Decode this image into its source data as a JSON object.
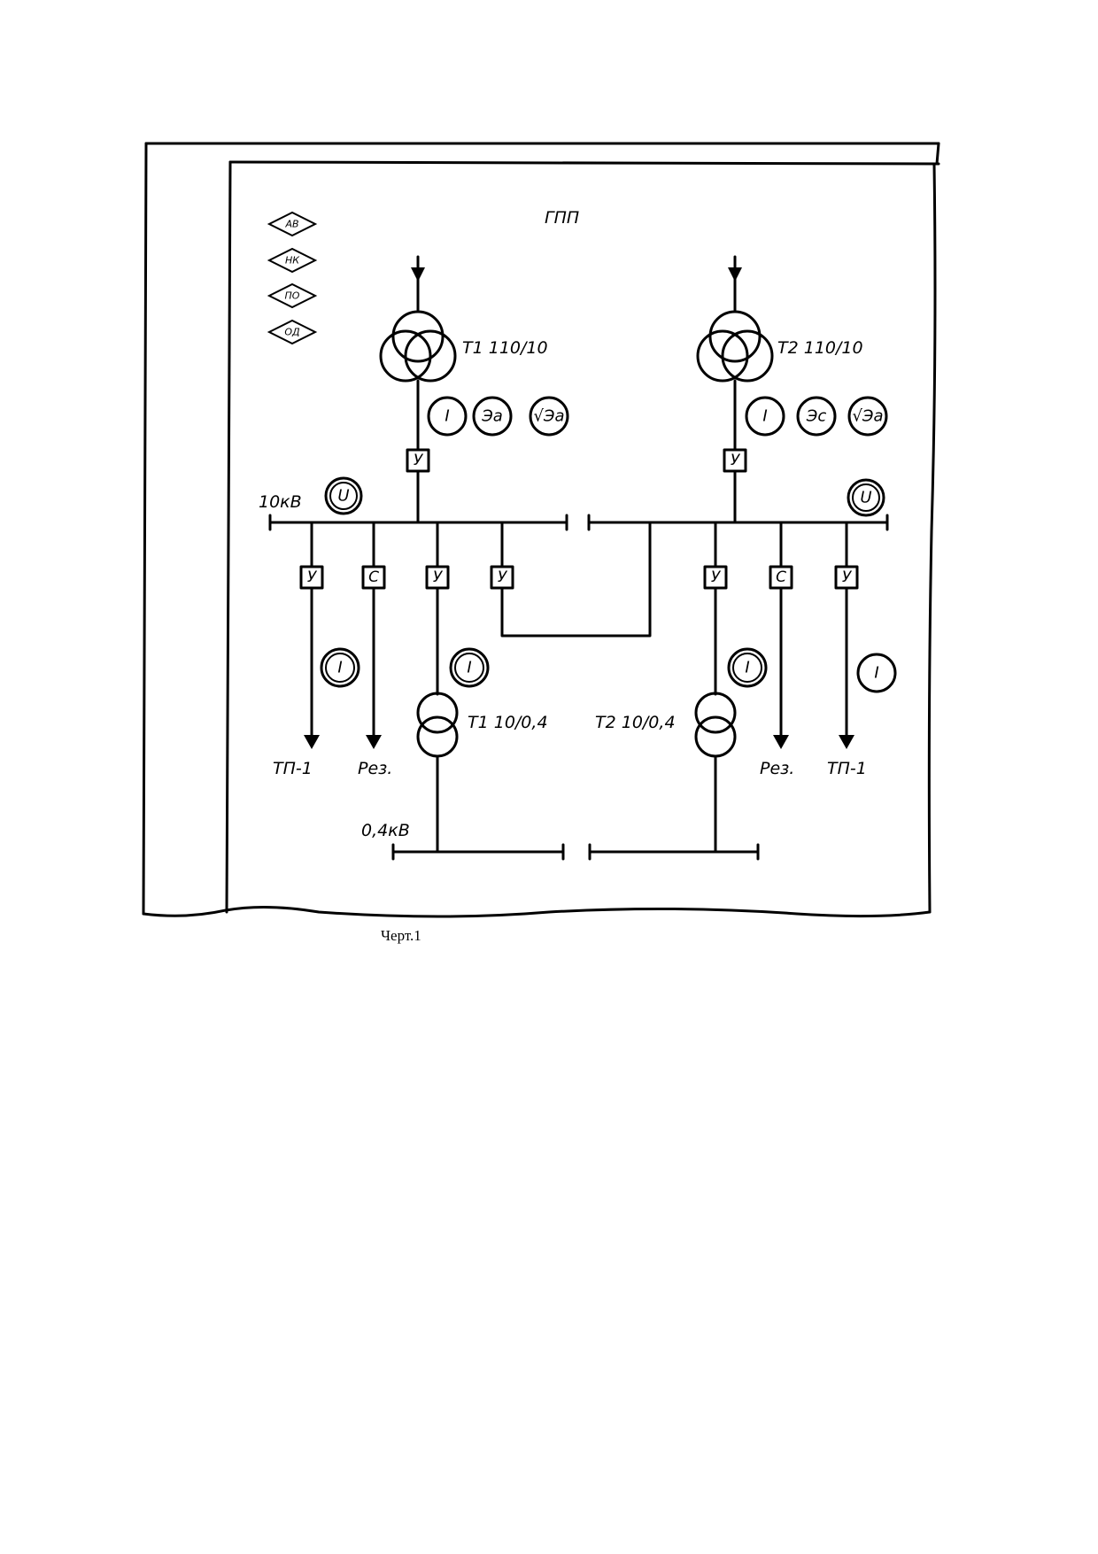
{
  "title": "ГПП",
  "legend": [
    "АВ",
    "НК",
    "ПО",
    "ОД"
  ],
  "transformers_hv": {
    "t1": "Т1 110/10",
    "t2": "Т2 110/10"
  },
  "transformers_lv": {
    "t1": "Т1 10/0,4",
    "t2": "Т2 10/0,4"
  },
  "meters": {
    "current": "I",
    "voltage": "U",
    "energy_active": "Эа",
    "energy_active_sqrt": "√Эа",
    "energy_c": "Эс"
  },
  "blocks": {
    "u": "У",
    "c": "С"
  },
  "bus_labels": {
    "hv": "10кВ",
    "lv": "0,4кВ"
  },
  "feeders": {
    "tp1": "ТП-1",
    "rez": "Рез."
  },
  "caption": "Черт.1"
}
